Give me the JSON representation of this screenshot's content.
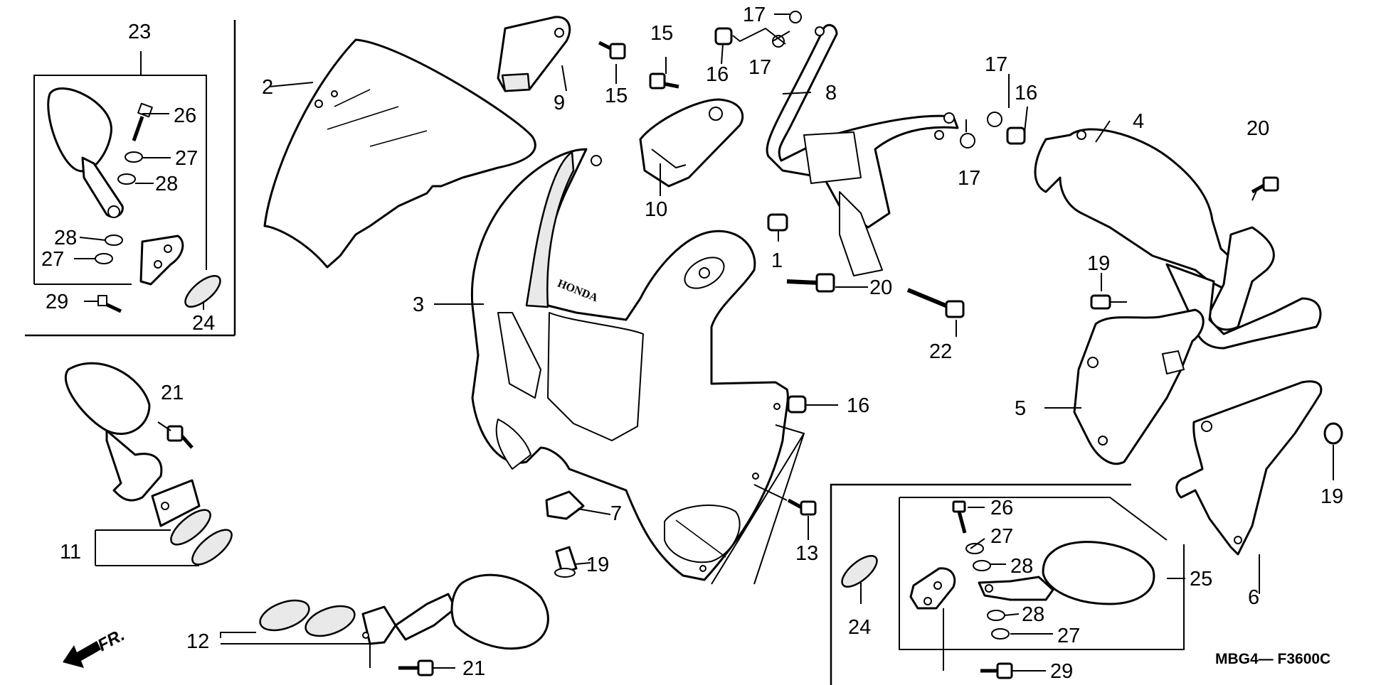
{
  "diagram_code": "MBG4— F3600C",
  "direction_label": "FR.",
  "emblem_text": "HONDA",
  "labels": {
    "l1": "1",
    "l2": "2",
    "l3": "3",
    "l4": "4",
    "l5": "5",
    "l6": "6",
    "l7": "7",
    "l8": "8",
    "l9": "9",
    "l10": "10",
    "l11": "11",
    "l12": "12",
    "l13": "13",
    "l15a": "15",
    "l15b": "15",
    "l16a": "16",
    "l16b": "16",
    "l16c": "16",
    "l17a": "17",
    "l17b": "17",
    "l17c": "17",
    "l17d": "17",
    "l19a": "19",
    "l19b": "19",
    "l19c": "19",
    "l20a": "20",
    "l20b": "20",
    "l21a": "21",
    "l21b": "21",
    "l22": "22",
    "l23": "23",
    "l24a": "24",
    "l24b": "24",
    "l25": "25",
    "l26a": "26",
    "l26b": "26",
    "l27a": "27",
    "l27b": "27",
    "l27c": "27",
    "l27d": "27",
    "l28a": "28",
    "l28b": "28",
    "l28c": "28",
    "l28d": "28",
    "l29a": "29",
    "l29b": "29"
  }
}
